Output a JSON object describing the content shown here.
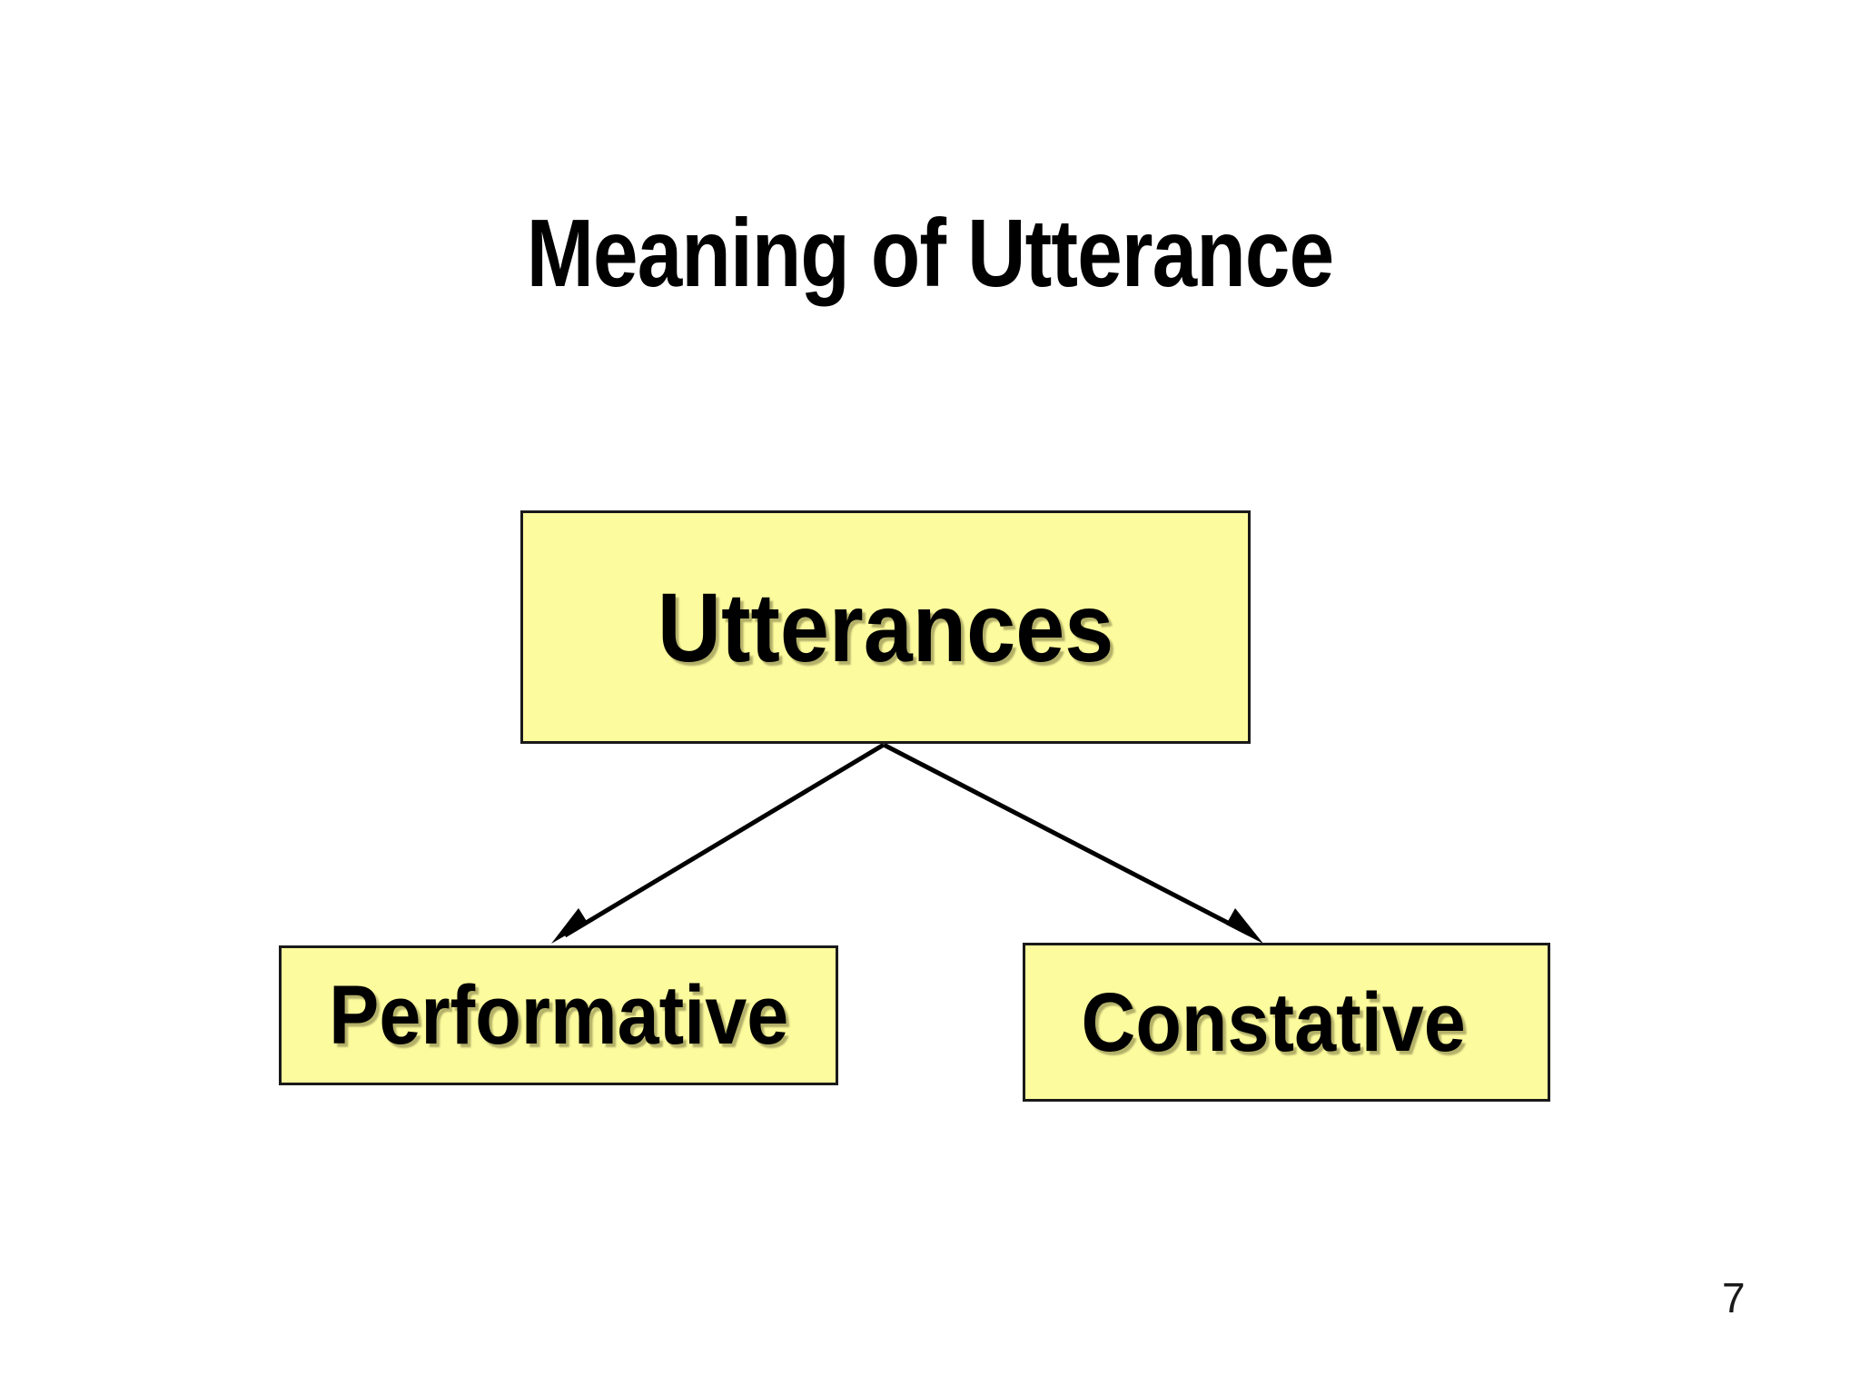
{
  "slide": {
    "title": "Meaning of Utterance",
    "page_number": "7",
    "background_color": "#ffffff"
  },
  "diagram": {
    "type": "tree",
    "node_fill_color": "#fcfb9e",
    "node_border_color": "#1a1a1a",
    "connector_color": "#000000",
    "root": {
      "id": "utterances",
      "label": "Utterances"
    },
    "children": [
      {
        "id": "performative",
        "label": "Performative"
      },
      {
        "id": "constative",
        "label": "Constative"
      }
    ],
    "connectors": [
      {
        "from": "utterances",
        "to": "performative",
        "arrowhead": "filled-triangle"
      },
      {
        "from": "utterances",
        "to": "constative",
        "arrowhead": "filled-triangle"
      }
    ]
  }
}
